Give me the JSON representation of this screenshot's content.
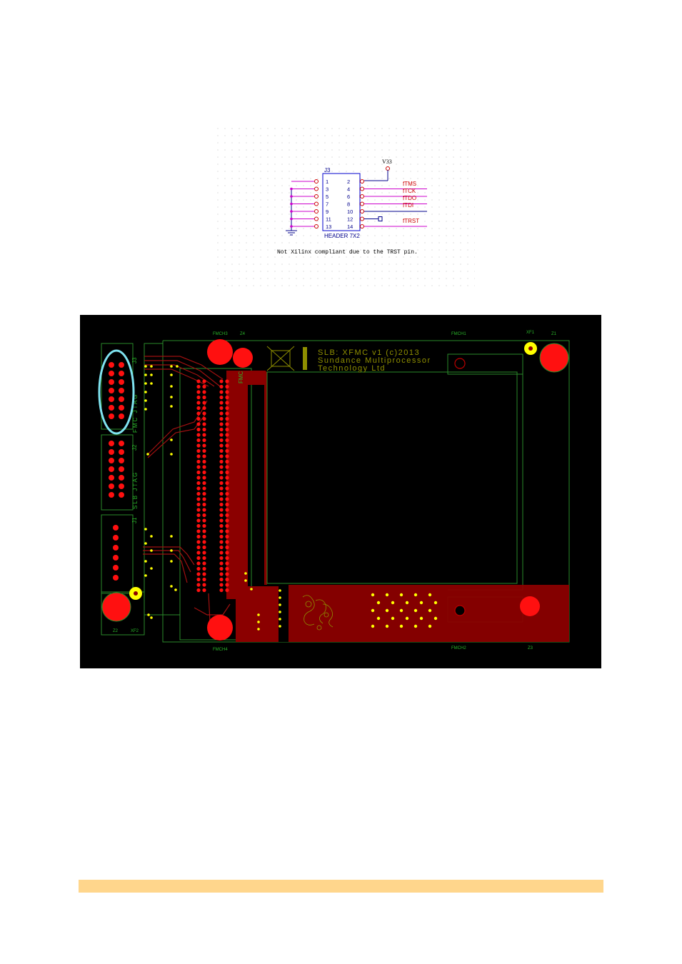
{
  "schematic": {
    "power_label": "V33",
    "ref": "J3",
    "part_name": "HEADER 7X2",
    "left_pins": [
      "1",
      "3",
      "5",
      "7",
      "9",
      "11",
      "13"
    ],
    "right_pins": [
      "2",
      "4",
      "6",
      "8",
      "10",
      "12",
      "14"
    ],
    "nets": [
      "fTMS",
      "fTCK",
      "fTDO",
      "fTDI",
      "fTRST"
    ],
    "note": "Not Xilinx compliant due to the TRST pin."
  },
  "pcb": {
    "designators": {
      "fmch3": "FMCH3",
      "z4": "Z4",
      "fmch1": "FMCH1",
      "xf1": "XF1",
      "z1": "Z1",
      "z2": "Z2",
      "xf2": "XF2",
      "fmch4": "FMCH4",
      "fmch2": "FMCH2",
      "z3": "Z3",
      "j3": "J3",
      "j2": "J2",
      "j1": "J1",
      "fmc": "FMC"
    },
    "silk_fmc_jtag": "FMC JTAG",
    "silk_slb_jtag": "SLB JTAG",
    "silk_title_1": "SLB: XFMC v1 (c)2013",
    "silk_title_2": "Sundance Multiprocessor",
    "silk_title_3": "Technology Ltd",
    "colors": {
      "background": "#000000",
      "outline": "#2a8a2a",
      "copper": "#8b0000",
      "pad": "#ff1010",
      "via": "#ffff00",
      "highlight": "#7fe3f0"
    }
  }
}
